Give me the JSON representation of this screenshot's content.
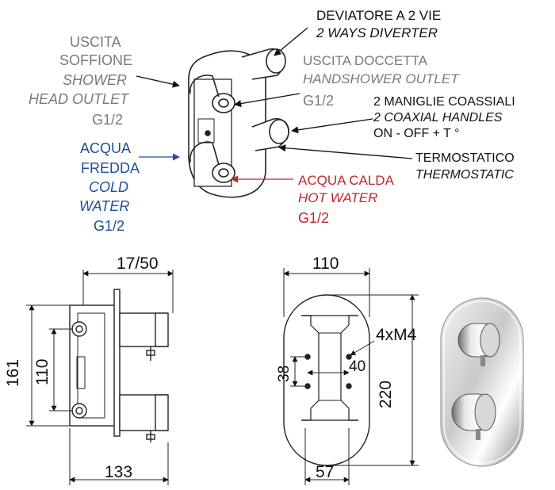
{
  "top_labels": {
    "shower_head": {
      "line1": "USCITA",
      "line2": "SOFFIONE",
      "line3": "SHOWER",
      "line4": "HEAD OUTLET",
      "size": "G1/2"
    },
    "cold_water": {
      "line1": "ACQUA",
      "line2": "FREDDA",
      "line3": "COLD",
      "line4": "WATER",
      "size": "G1/2"
    },
    "diverter": {
      "it": "DEVIATORE A 2 VIE",
      "en": "2 WAYS DIVERTER"
    },
    "handshower": {
      "it": "USCITA DOCCETTA",
      "en": "HANDSHOWER OUTLET",
      "size": "G1/2"
    },
    "handles": {
      "it": "2 MANIGLIE COASSIALI",
      "en": "2 COAXIAL HANDLES",
      "note": "ON - OFF  +  T °"
    },
    "thermostatic": {
      "it": "TERMOSTATICO",
      "en": "THERMOSTATIC"
    },
    "hot_water": {
      "it": "ACQUA CALDA",
      "en": "HOT WATER",
      "size": "G1/2"
    }
  },
  "dimensions": {
    "side_view": {
      "top": "17/50",
      "height_total": "161",
      "height_inner": "110",
      "depth": "133"
    },
    "front_view": {
      "width": "110",
      "height": "220",
      "spacing": "38",
      "offset": "40",
      "screws": "4xM4",
      "bottom": "57"
    }
  },
  "colors": {
    "grey": "#7a7a7a",
    "blue": "#1f4e9c",
    "red": "#c0282d",
    "line": "#111111"
  }
}
